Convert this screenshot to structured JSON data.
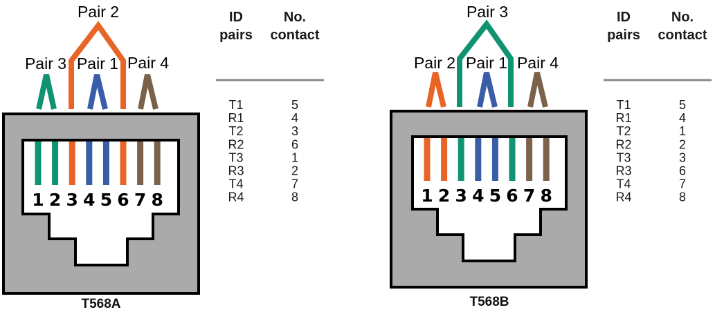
{
  "colors": {
    "green": "#0f9370",
    "blue": "#3a5da8",
    "orange": "#e86427",
    "brown": "#7a634a",
    "housing": "#aaaaaa",
    "outline": "#000000",
    "separator": "#888888"
  },
  "connectors": [
    {
      "standard": "T568A",
      "pair_labels": {
        "top": "Pair 2",
        "left": "Pair 3",
        "middle": "Pair 1",
        "right": "Pair 4"
      },
      "arch_pair_color": "orange",
      "side_pairs_colors": [
        "green",
        "blue",
        "brown"
      ],
      "pins": [
        {
          "number": "1",
          "color": "green"
        },
        {
          "number": "2",
          "color": "green"
        },
        {
          "number": "3",
          "color": "orange"
        },
        {
          "number": "4",
          "color": "blue"
        },
        {
          "number": "5",
          "color": "blue"
        },
        {
          "number": "6",
          "color": "orange"
        },
        {
          "number": "7",
          "color": "brown"
        },
        {
          "number": "8",
          "color": "brown"
        }
      ],
      "table": {
        "headers": [
          [
            "ID",
            "pairs"
          ],
          [
            "No.",
            "contact"
          ]
        ],
        "rows": [
          [
            "T1",
            "5"
          ],
          [
            "R1",
            "4"
          ],
          [
            "T2",
            "3"
          ],
          [
            "R2",
            "6"
          ],
          [
            "T3",
            "1"
          ],
          [
            "R3",
            "2"
          ],
          [
            "T4",
            "7"
          ],
          [
            "R4",
            "8"
          ]
        ]
      }
    },
    {
      "standard": "T568B",
      "pair_labels": {
        "top": "Pair 3",
        "left": "Pair 2",
        "middle": "Pair 1",
        "right": "Pair 4"
      },
      "arch_pair_color": "green",
      "side_pairs_colors": [
        "orange",
        "blue",
        "brown"
      ],
      "pins": [
        {
          "number": "1",
          "color": "orange"
        },
        {
          "number": "2",
          "color": "orange"
        },
        {
          "number": "3",
          "color": "green"
        },
        {
          "number": "4",
          "color": "blue"
        },
        {
          "number": "5",
          "color": "blue"
        },
        {
          "number": "6",
          "color": "green"
        },
        {
          "number": "7",
          "color": "brown"
        },
        {
          "number": "8",
          "color": "brown"
        }
      ],
      "table": {
        "headers": [
          [
            "ID",
            "pairs"
          ],
          [
            "No.",
            "contact"
          ]
        ],
        "rows": [
          [
            "T1",
            "5"
          ],
          [
            "R1",
            "4"
          ],
          [
            "T2",
            "1"
          ],
          [
            "R2",
            "2"
          ],
          [
            "T3",
            "3"
          ],
          [
            "R3",
            "6"
          ],
          [
            "T4",
            "7"
          ],
          [
            "R4",
            "8"
          ]
        ]
      }
    }
  ]
}
